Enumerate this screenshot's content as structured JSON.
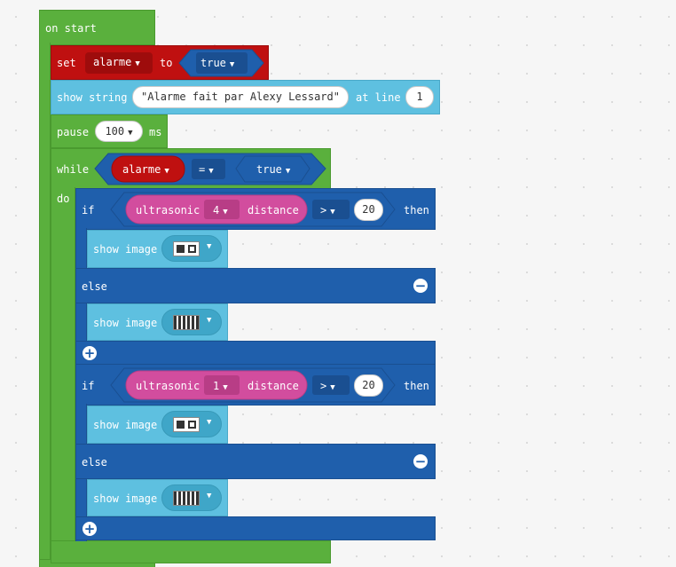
{
  "on_start": {
    "label": "on start"
  },
  "set_block": {
    "keyword": "set",
    "variable": "alarme",
    "to_label": "to",
    "value": "true"
  },
  "show_string": {
    "label": "show string",
    "text": "\"Alarme fait par Alexy Lessard\"",
    "at_line_label": "at line",
    "line": "1"
  },
  "pause": {
    "label": "pause",
    "value": "100",
    "unit": "ms"
  },
  "while_block": {
    "keyword": "while",
    "do_label": "do",
    "variable": "alarme",
    "operator": "=",
    "value": "true"
  },
  "if_blocks": [
    {
      "if_label": "if",
      "sensor_label": "ultrasonic",
      "pin": "4",
      "distance_label": "distance",
      "operator": ">",
      "threshold": "20",
      "then_label": "then",
      "show_image_label": "show image",
      "else_label": "else",
      "else_show_image_label": "show image"
    },
    {
      "if_label": "if",
      "sensor_label": "ultrasonic",
      "pin": "1",
      "distance_label": "distance",
      "operator": ">",
      "threshold": "20",
      "then_label": "then",
      "show_image_label": "show image",
      "else_label": "else",
      "else_show_image_label": "show image"
    }
  ],
  "icons": {
    "dropdown": "triangle-down-icon",
    "remove_else": "minus-circle-icon",
    "add_else": "plus-circle-icon"
  },
  "colors": {
    "basic_green": "#5ab03d",
    "variables_red": "#bf1010",
    "display_cyan": "#5ec0e0",
    "logic_blue": "#1f5fac",
    "sensor_pink": "#d24d9e"
  }
}
